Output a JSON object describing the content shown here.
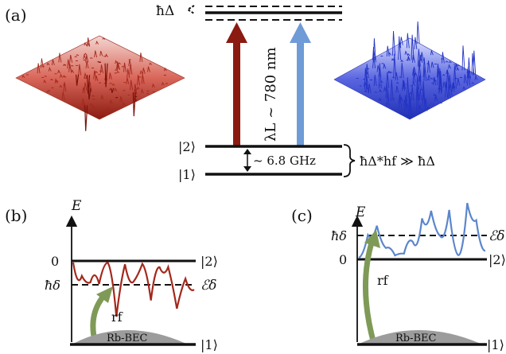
{
  "colors": {
    "red": "#8b1a10",
    "red_light": "#e2a59c",
    "blue": "#6f9bd6",
    "blue_dark": "#1f2fb5",
    "green": "#7f9a57",
    "bec": "#9c9c9c"
  },
  "panel_a": {
    "label": "(a)",
    "level_upper_label": "ħΔ",
    "level_2_label": "|2⟩",
    "level_1_label": "|1⟩",
    "wavelength_label": "λL ~ 780 nm",
    "splitting_label": "~ 6.8 GHz",
    "brace_label": "ħΔ*hf ≫ ħΔ",
    "left_surface_icon": "red-disorder-surface",
    "right_surface_icon": "blue-disorder-surface"
  },
  "panel_b": {
    "label": "(b)",
    "energy_axis": "E",
    "zero_label": "0",
    "state2_label": "|2⟩",
    "hdelta_label": "ħδ",
    "epsilon_label": "ℰδ",
    "rf_label": "rf",
    "bec_label": "Rb-BEC",
    "state1_label": "|1⟩"
  },
  "panel_c": {
    "label": "(c)",
    "energy_axis": "E",
    "zero_label": "0",
    "state2_label": "|2⟩",
    "hdelta_label": "ħδ",
    "epsilon_label": "ℰδ",
    "rf_label": "rf",
    "bec_label": "Rb-BEC",
    "state1_label": "|1⟩"
  }
}
